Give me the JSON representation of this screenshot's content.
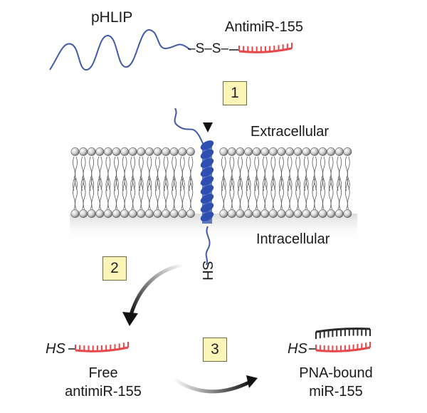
{
  "labels": {
    "phlip": "pHLIP",
    "antimir": "AntimiR-155",
    "disulfide": "–S–S–",
    "extracellular": "Extracellular",
    "intracellular": "Intracellular",
    "sh": "SH",
    "hs_free": "HS",
    "hs_bound": "HS",
    "free_line1": "Free",
    "free_line2": "antimiR-155",
    "bound_line1": "PNA-bound",
    "bound_line2": "miR-155"
  },
  "steps": [
    "1",
    "2",
    "3"
  ],
  "colors": {
    "peptide": "#3f5aa8",
    "helix": "#2f4fb0",
    "pna_strand": "#e8474a",
    "mirna_strand": "#2b2b2b",
    "step_fill": "#fbf6b8",
    "lipid_head": "#c9c9c9"
  }
}
